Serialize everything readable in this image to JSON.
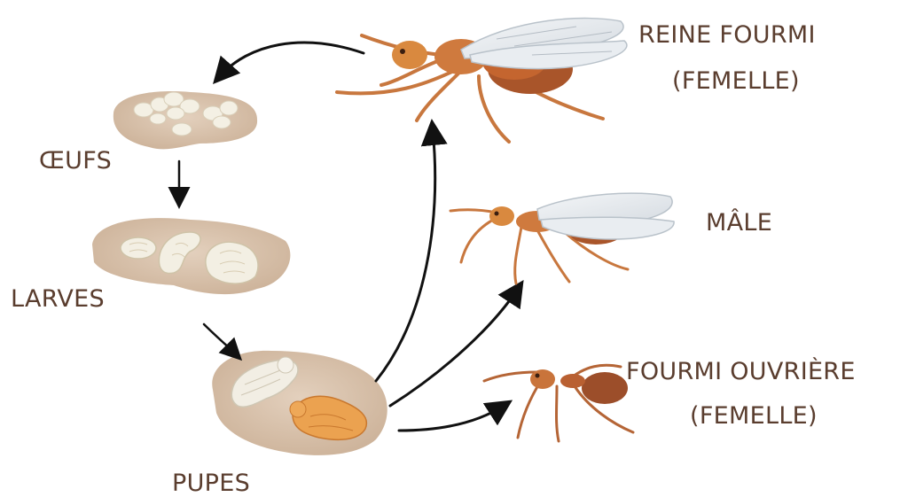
{
  "labels": {
    "eggs": "ŒUFS",
    "larvae": "LARVES",
    "pupae": "PUPES",
    "queen_line1": "REINE FOURMI",
    "queen_line2": "(FEMELLE)",
    "male": "MÂLE",
    "worker_line1": "FOURMI OUVRIÈRE",
    "worker_line2": "(FEMELLE)"
  },
  "colors": {
    "text": "#5a3d2e",
    "nest": "#d9c2aa",
    "ant_body": "#c8703a",
    "ant_dark": "#8a4422",
    "wing": "#e6eaee",
    "arrow": "#111111"
  }
}
